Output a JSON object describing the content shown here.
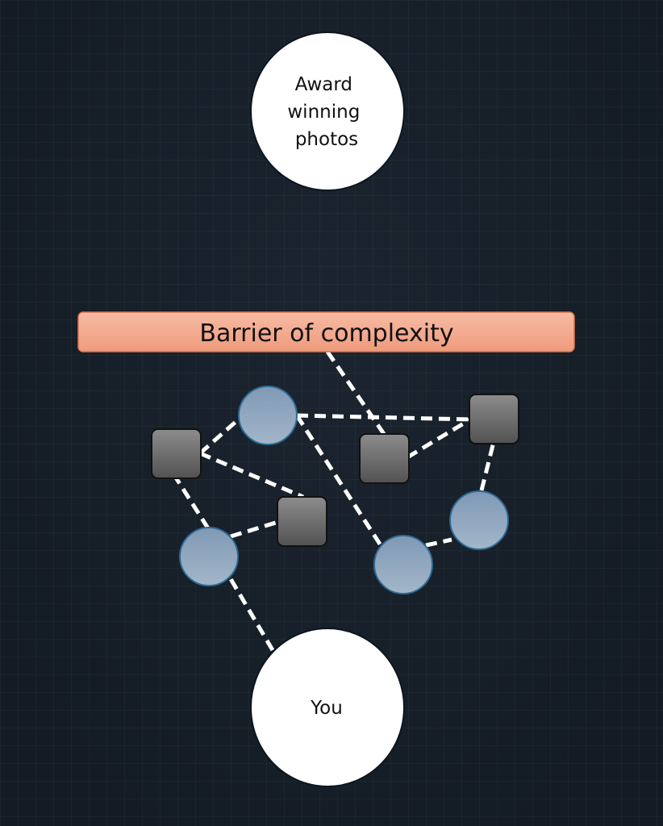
{
  "goal_node": {
    "lines": [
      "Award",
      "winning",
      "photos"
    ],
    "color": "#ffffff"
  },
  "start_node": {
    "label": "You",
    "color": "#ffffff"
  },
  "barrier": {
    "label": "Barrier of complexity",
    "color": "#f3a98c"
  },
  "network": {
    "node_shapes": [
      "circle",
      "square"
    ],
    "circle_color": "#8aa3bc",
    "square_color": "#6e6e6e",
    "edge_style": "white dashed"
  },
  "colors": {
    "background": "#17202b",
    "edge": "#ffffff"
  }
}
